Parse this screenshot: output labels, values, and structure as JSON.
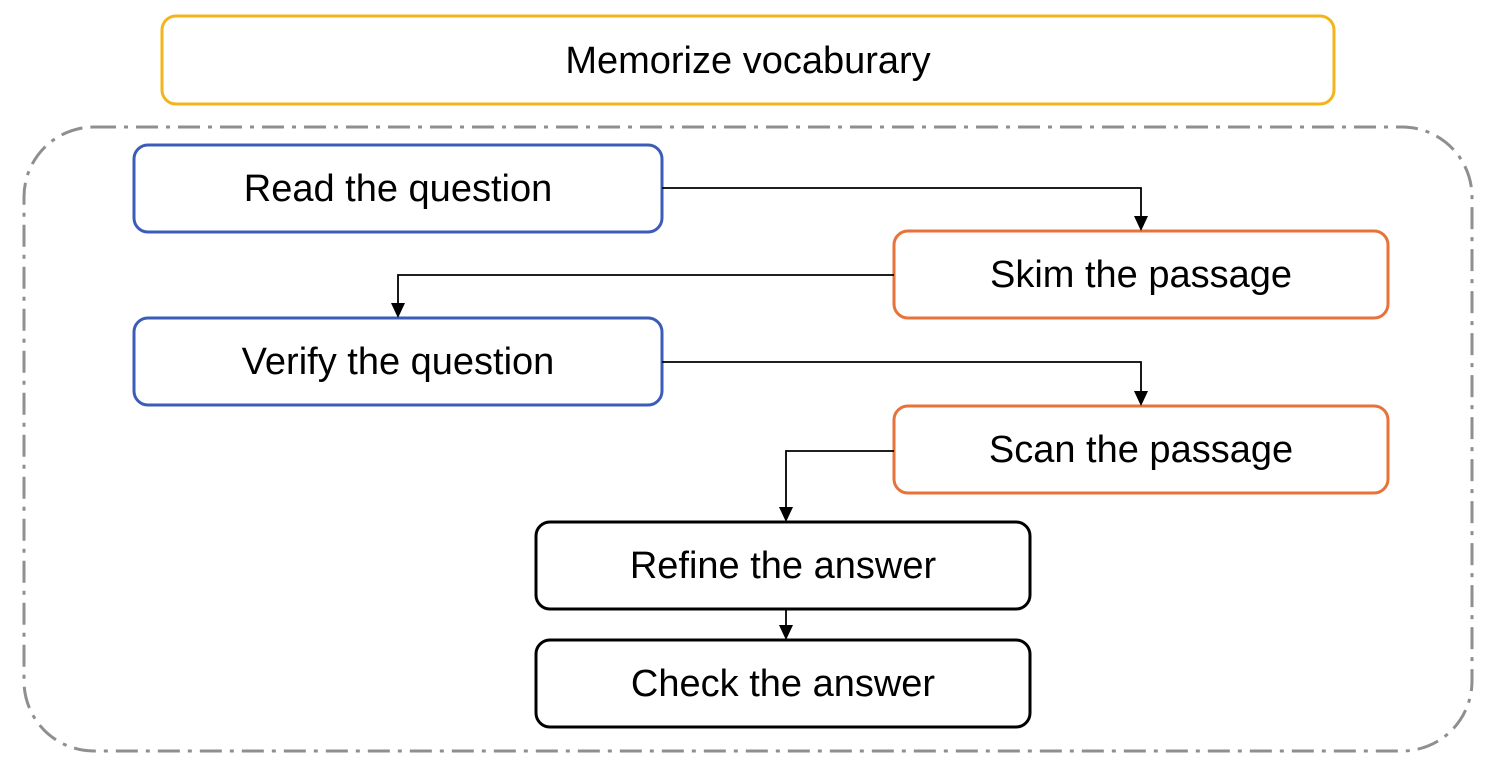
{
  "colors": {
    "yellow": "#F2B51B",
    "blue": "#3B5DB8",
    "orange": "#E8733A",
    "black": "#000000",
    "frame": "#8F8F8F"
  },
  "top_step": {
    "label": "Memorize vocaburary",
    "color": "yellow"
  },
  "steps": [
    {
      "id": "read-question",
      "label": "Read the question",
      "color": "blue"
    },
    {
      "id": "skim-passage",
      "label": "Skim the passage",
      "color": "orange"
    },
    {
      "id": "verify-question",
      "label": "Verify the question",
      "color": "blue"
    },
    {
      "id": "scan-passage",
      "label": "Scan the passage",
      "color": "orange"
    },
    {
      "id": "refine-answer",
      "label": "Refine the answer",
      "color": "black"
    },
    {
      "id": "check-answer",
      "label": "Check the answer",
      "color": "black"
    }
  ],
  "flow": [
    [
      "read-question",
      "skim-passage"
    ],
    [
      "skim-passage",
      "verify-question"
    ],
    [
      "verify-question",
      "scan-passage"
    ],
    [
      "scan-passage",
      "refine-answer"
    ],
    [
      "refine-answer",
      "check-answer"
    ]
  ]
}
